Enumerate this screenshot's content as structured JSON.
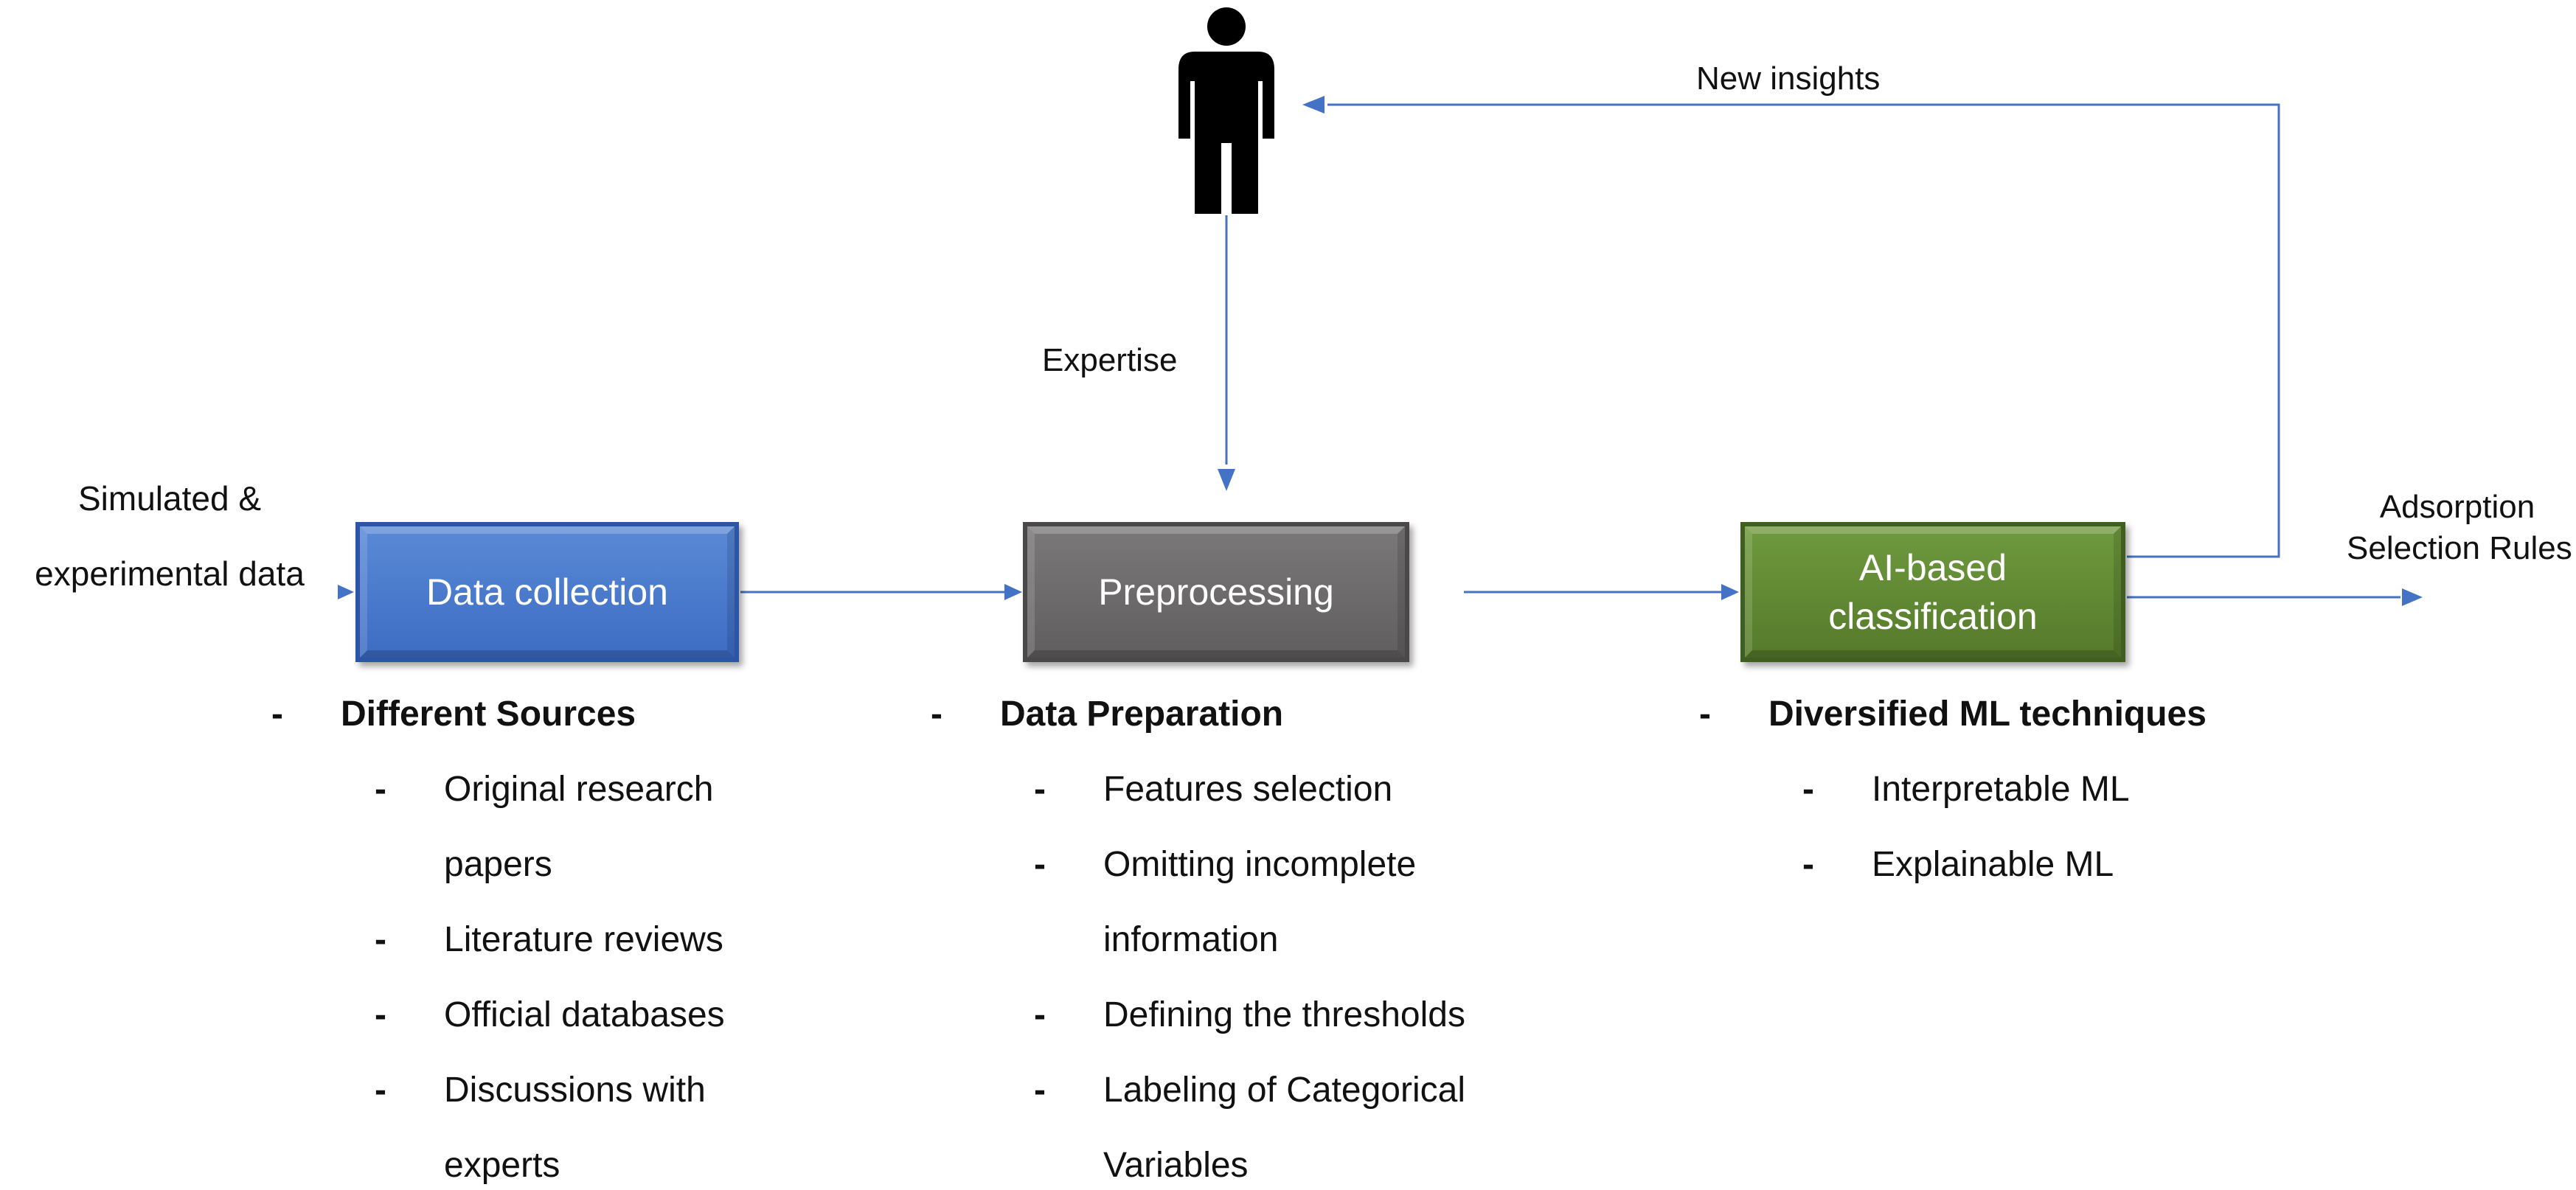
{
  "diagram": {
    "input_label_lines": [
      "Simulated &",
      "experimental data"
    ],
    "output_label_lines": [
      "Adsorption",
      "Selection Rules"
    ],
    "expertise_label": "Expertise",
    "new_insights_label": "New insights",
    "colors": {
      "arrow": "#4472c4",
      "data_collection": "#4472c4",
      "preprocessing": "#6b6969",
      "ai_classification": "#5f8a35"
    },
    "icons": {
      "user": "person-icon"
    }
  },
  "boxes": {
    "data_collection": "Data collection",
    "preprocessing": "Preprocessing",
    "ai_classification": [
      "AI-based",
      "classification"
    ]
  },
  "lists": {
    "data_collection": {
      "heading": "Different Sources",
      "items": [
        [
          "Original research",
          "papers"
        ],
        [
          "Literature reviews"
        ],
        [
          "Official databases"
        ],
        [
          "Discussions with",
          "experts"
        ]
      ]
    },
    "preprocessing": {
      "heading": "Data Preparation",
      "items": [
        [
          "Features selection"
        ],
        [
          "Omitting incomplete",
          "information"
        ],
        [
          "Defining the thresholds"
        ],
        [
          "Labeling of Categorical",
          "Variables"
        ]
      ]
    },
    "ai_classification": {
      "heading": "Diversified ML techniques",
      "items": [
        [
          "Interpretable ML"
        ],
        [
          "Explainable ML"
        ]
      ]
    }
  },
  "bullet_char": "-"
}
